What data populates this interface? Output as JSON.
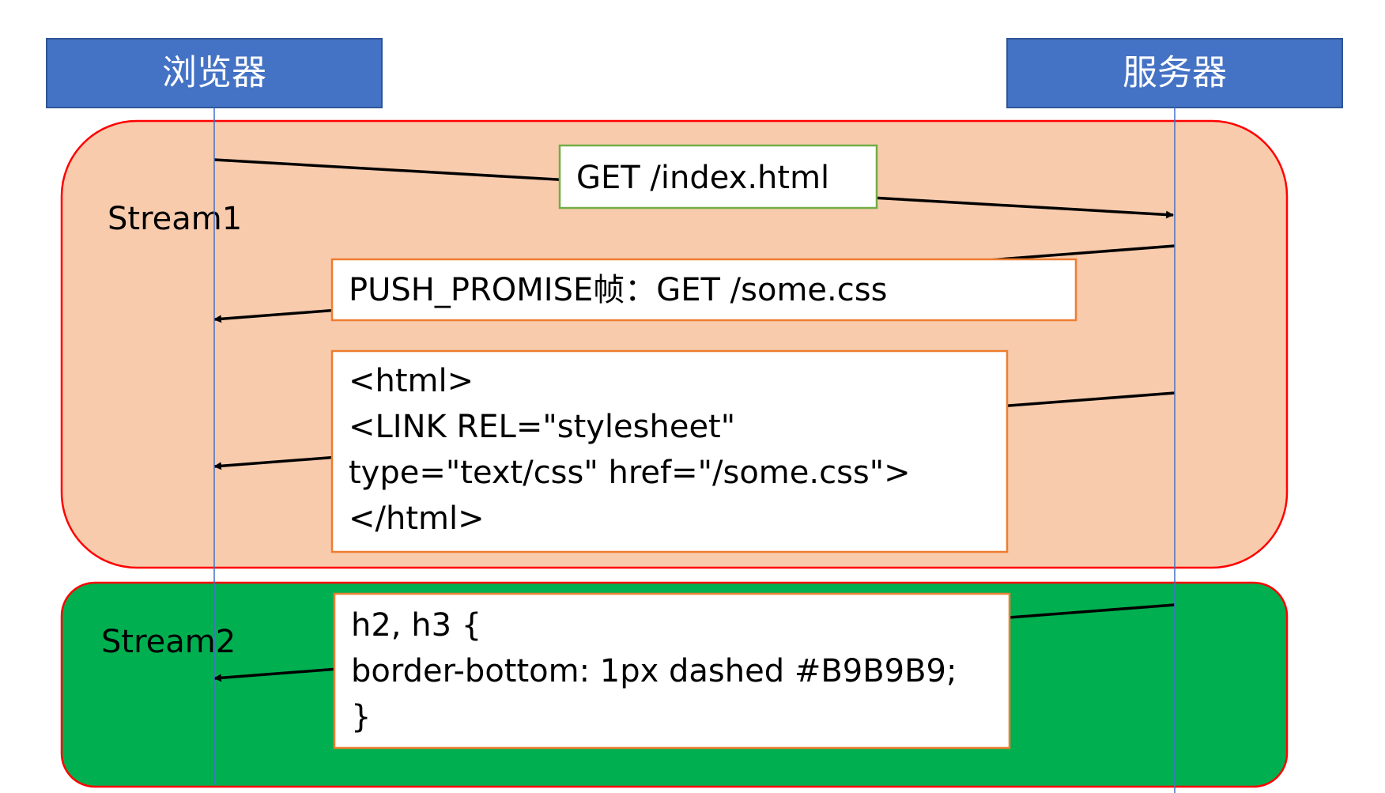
{
  "actors": {
    "browser": "浏览器",
    "server": "服务器"
  },
  "streams": {
    "stream1": "Stream1",
    "stream2": "Stream2"
  },
  "messages": {
    "get_index": "GET /index.html",
    "push_promise": "PUSH_PROMISE帧：GET /some.css",
    "html_body": [
      "<html>",
      "<LINK REL=\"stylesheet\"",
      "type=\"text/css\" href=\"/some.css\">",
      "</html>"
    ],
    "css_body": [
      "h2, h3 {",
      "border-bottom: 1px dashed #B9B9B9;",
      "}"
    ]
  },
  "colors": {
    "actor_fill": "#4472C4",
    "actor_border": "#2F5597",
    "stream1_fill": "#F8CBAD",
    "stream2_fill": "#00B050",
    "stream_border": "#FF0000",
    "lifeline": "#4472C4",
    "get_box_border": "#70AD47",
    "box_border": "#ED7D31",
    "arrow": "#000000"
  }
}
